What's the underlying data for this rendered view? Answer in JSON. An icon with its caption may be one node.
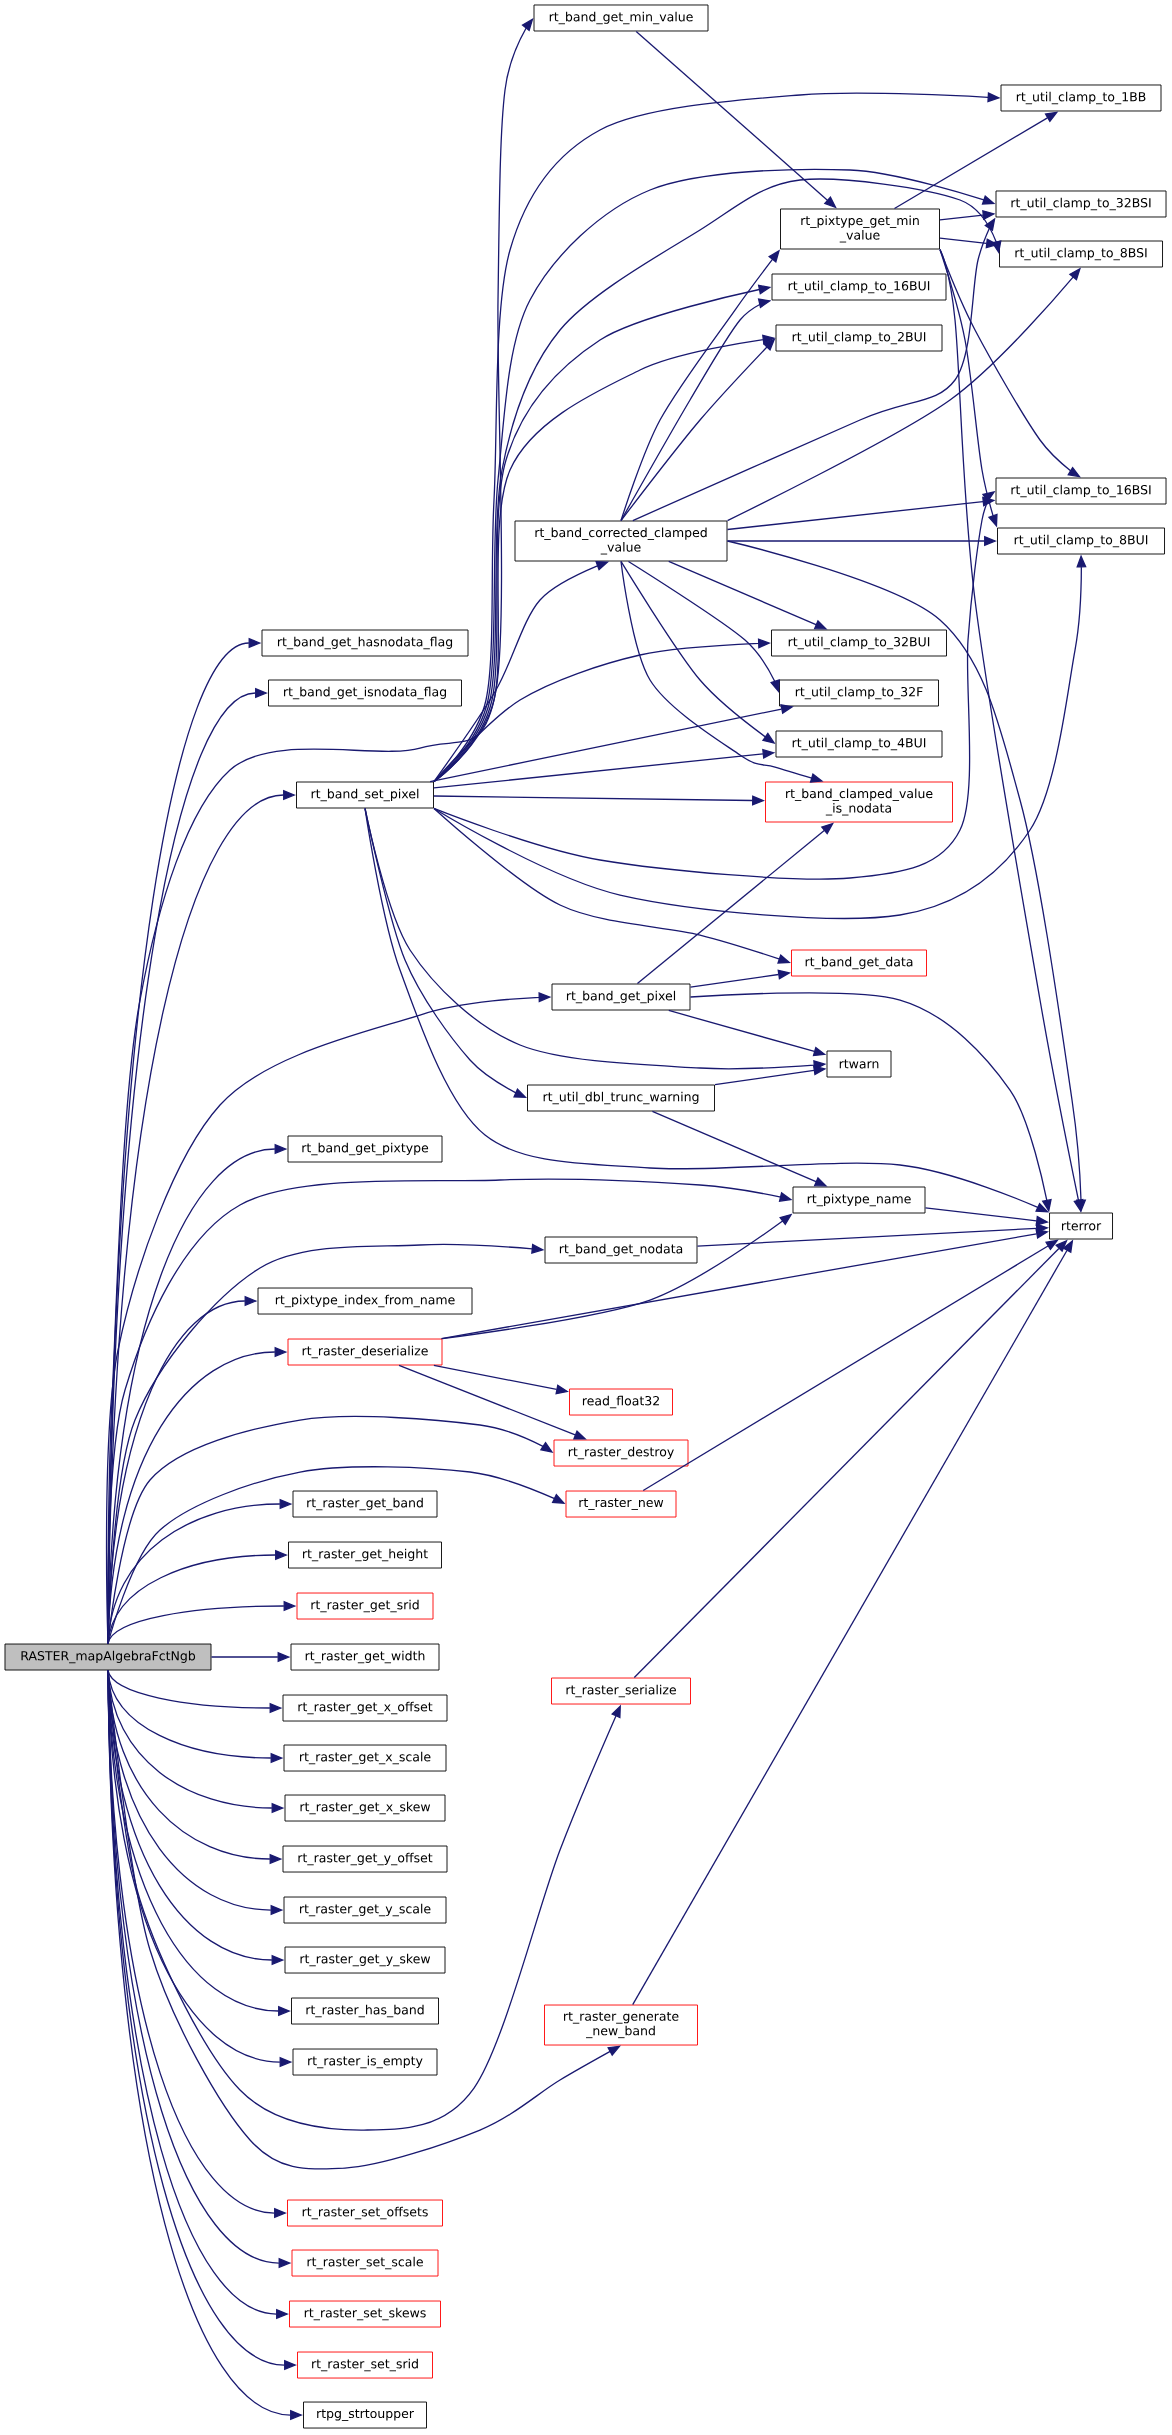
{
  "diagram": {
    "nodes": [
      {
        "text": [
          "rt_band_get_min_value"
        ]
      },
      {
        "text": [
          "rt_util_clamp_to_1BB"
        ]
      },
      {
        "text": [
          "rt_util_clamp_to_32BSI"
        ]
      },
      {
        "text": [
          "rt_pixtype_get_min _value"
        ]
      },
      {
        "text": [
          "rt_util_clamp_to_8BSI"
        ]
      },
      {
        "text": [
          "rt_util_clamp_to_16BUI"
        ]
      },
      {
        "text": [
          "rt_util_clamp_to_2BUI"
        ]
      },
      {
        "text": [
          "rt_util_clamp_to_16BSI"
        ]
      },
      {
        "text": [
          "rt_band_corrected_clamped _value"
        ]
      },
      {
        "text": [
          "rt_util_clamp_to_8BUI"
        ]
      },
      {
        "text": [
          "rt_band_get_hasnodata_flag"
        ]
      },
      {
        "text": [
          "rt_util_clamp_to_32BUI"
        ]
      },
      {
        "text": [
          "rt_band_get_isnodata_flag"
        ]
      },
      {
        "text": [
          "rt_util_clamp_to_32F"
        ]
      },
      {
        "text": [
          "rt_util_clamp_to_4BUI"
        ]
      },
      {
        "text": [
          "rt_band_set_pixel"
        ]
      },
      {
        "text": [
          "rt_band_clamped_value _is_nodata"
        ]
      },
      {
        "text": [
          "rt_band_get_data"
        ]
      },
      {
        "text": [
          "rt_band_get_pixel"
        ]
      },
      {
        "text": [
          "rtwarn"
        ]
      },
      {
        "text": [
          "rt_util_dbl_trunc_warning"
        ]
      },
      {
        "text": [
          "rt_band_get_pixtype"
        ]
      },
      {
        "text": [
          "rt_pixtype_name"
        ]
      },
      {
        "text": [
          "rterror"
        ]
      },
      {
        "text": [
          "rt_band_get_nodata"
        ]
      },
      {
        "text": [
          "rt_pixtype_index_from_name"
        ]
      },
      {
        "text": [
          "rt_raster_deserialize"
        ]
      },
      {
        "text": [
          "read_float32"
        ]
      },
      {
        "text": [
          "rt_raster_destroy"
        ]
      },
      {
        "text": [
          "rt_raster_new"
        ]
      },
      {
        "text": [
          "rt_raster_get_band"
        ]
      },
      {
        "text": [
          "rt_raster_get_height"
        ]
      },
      {
        "text": [
          "rt_raster_get_srid"
        ]
      },
      {
        "text": [
          "RASTER_mapAlgebraFctNgb"
        ]
      },
      {
        "text": [
          "rt_raster_get_width"
        ]
      },
      {
        "text": [
          "rt_raster_serialize"
        ]
      },
      {
        "text": [
          "rt_raster_get_x_offset"
        ]
      },
      {
        "text": [
          "rt_raster_get_x_scale"
        ]
      },
      {
        "text": [
          "rt_raster_get_x_skew"
        ]
      },
      {
        "text": [
          "rt_raster_get_y_offset"
        ]
      },
      {
        "text": [
          "rt_raster_get_y_scale"
        ]
      },
      {
        "text": [
          "rt_raster_get_y_skew"
        ]
      },
      {
        "text": [
          "rt_raster_has_band"
        ]
      },
      {
        "text": [
          "rt_raster_generate _new_band"
        ]
      },
      {
        "text": [
          "rt_raster_is_empty"
        ]
      },
      {
        "text": [
          "rt_raster_set_offsets"
        ]
      },
      {
        "text": [
          "rt_raster_set_scale"
        ]
      },
      {
        "text": [
          "rt_raster_set_skews"
        ]
      },
      {
        "text": [
          "rt_raster_set_srid"
        ]
      },
      {
        "text": [
          "rtpg_strtoupper"
        ]
      }
    ],
    "edges": [
      {
        "from": 33,
        "to": 0,
        "arrow": "to"
      },
      {
        "from": 33,
        "to": 10,
        "arrow": "to"
      },
      {
        "from": 33,
        "to": 12,
        "arrow": "to"
      },
      {
        "from": 33,
        "to": 15,
        "arrow": "to"
      },
      {
        "from": 33,
        "to": 18,
        "arrow": "to"
      },
      {
        "from": 33,
        "to": 21,
        "arrow": "to"
      },
      {
        "from": 33,
        "to": 22,
        "arrow": "to"
      },
      {
        "from": 33,
        "to": 24,
        "arrow": "to"
      },
      {
        "from": 33,
        "to": 25,
        "arrow": "to"
      },
      {
        "from": 33,
        "to": 26,
        "arrow": "to"
      },
      {
        "from": 33,
        "to": 28,
        "arrow": "to"
      },
      {
        "from": 33,
        "to": 29,
        "arrow": "to"
      },
      {
        "from": 33,
        "to": 30,
        "arrow": "to"
      },
      {
        "from": 33,
        "to": 31,
        "arrow": "to"
      },
      {
        "from": 33,
        "to": 32,
        "arrow": "to"
      },
      {
        "from": 33,
        "to": 34,
        "arrow": "to"
      },
      {
        "from": 33,
        "to": 35,
        "arrow": "to"
      },
      {
        "from": 33,
        "to": 36,
        "arrow": "to"
      },
      {
        "from": 33,
        "to": 37,
        "arrow": "to"
      },
      {
        "from": 33,
        "to": 38,
        "arrow": "to"
      },
      {
        "from": 33,
        "to": 39,
        "arrow": "to"
      },
      {
        "from": 33,
        "to": 40,
        "arrow": "to"
      },
      {
        "from": 33,
        "to": 41,
        "arrow": "to"
      },
      {
        "from": 33,
        "to": 42,
        "arrow": "to"
      },
      {
        "from": 33,
        "to": 43,
        "arrow": "to"
      },
      {
        "from": 33,
        "to": 44,
        "arrow": "to"
      },
      {
        "from": 33,
        "to": 45,
        "arrow": "to"
      },
      {
        "from": 33,
        "to": 46,
        "arrow": "to"
      },
      {
        "from": 33,
        "to": 47,
        "arrow": "to"
      },
      {
        "from": 33,
        "to": 48,
        "arrow": "to"
      },
      {
        "from": 33,
        "to": 49,
        "arrow": "to"
      },
      {
        "from": 0,
        "to": 3,
        "arrow": "to"
      },
      {
        "from": 15,
        "to": 1,
        "arrow": "to"
      },
      {
        "from": 15,
        "to": 2,
        "arrow": "to"
      },
      {
        "from": 15,
        "to": 4,
        "arrow": "to"
      },
      {
        "from": 15,
        "to": 5,
        "arrow": "to"
      },
      {
        "from": 15,
        "to": 6,
        "arrow": "to"
      },
      {
        "from": 15,
        "to": 8,
        "arrow": "to"
      },
      {
        "from": 15,
        "to": 11,
        "arrow": "to"
      },
      {
        "from": 15,
        "to": 13,
        "arrow": "to"
      },
      {
        "from": 15,
        "to": 14,
        "arrow": "to"
      },
      {
        "from": 15,
        "to": 16,
        "arrow": "to"
      },
      {
        "from": 15,
        "to": 7,
        "arrow": "to"
      },
      {
        "from": 15,
        "to": 9,
        "arrow": "to"
      },
      {
        "from": 15,
        "to": 17,
        "arrow": "to"
      },
      {
        "from": 15,
        "to": 19,
        "arrow": "to"
      },
      {
        "from": 15,
        "to": 20,
        "arrow": "to"
      },
      {
        "from": 15,
        "to": 23,
        "arrow": "to"
      },
      {
        "from": 8,
        "to": 3,
        "arrow": "to"
      },
      {
        "from": 8,
        "to": 5,
        "arrow": "to"
      },
      {
        "from": 8,
        "to": 6,
        "arrow": "to"
      },
      {
        "from": 8,
        "to": 2,
        "arrow": "to"
      },
      {
        "from": 8,
        "to": 4,
        "arrow": "to"
      },
      {
        "from": 8,
        "to": 7,
        "arrow": "to"
      },
      {
        "from": 8,
        "to": 9,
        "arrow": "to"
      },
      {
        "from": 8,
        "to": 11,
        "arrow": "to"
      },
      {
        "from": 8,
        "to": 13,
        "arrow": "to"
      },
      {
        "from": 8,
        "to": 14,
        "arrow": "to"
      },
      {
        "from": 8,
        "to": 16,
        "arrow": "to"
      },
      {
        "from": 8,
        "to": 23,
        "arrow": "to"
      },
      {
        "from": 3,
        "to": 1,
        "arrow": "to"
      },
      {
        "from": 3,
        "to": 2,
        "arrow": "to"
      },
      {
        "from": 3,
        "to": 4,
        "arrow": "to"
      },
      {
        "from": 3,
        "to": 7,
        "arrow": "to"
      },
      {
        "from": 3,
        "to": 9,
        "arrow": "to"
      },
      {
        "from": 3,
        "to": 23,
        "arrow": "to"
      },
      {
        "from": 18,
        "to": 16,
        "arrow": "to"
      },
      {
        "from": 18,
        "to": 17,
        "arrow": "to"
      },
      {
        "from": 18,
        "to": 19,
        "arrow": "to"
      },
      {
        "from": 18,
        "to": 23,
        "arrow": "to"
      },
      {
        "from": 20,
        "to": 19,
        "arrow": "to"
      },
      {
        "from": 20,
        "to": 22,
        "arrow": "to"
      },
      {
        "from": 22,
        "to": 23,
        "arrow": "to"
      },
      {
        "from": 24,
        "to": 23,
        "arrow": "to"
      },
      {
        "from": 26,
        "to": 22,
        "arrow": "to"
      },
      {
        "from": 26,
        "to": 23,
        "arrow": "to"
      },
      {
        "from": 26,
        "to": 27,
        "arrow": "to"
      },
      {
        "from": 26,
        "to": 28,
        "arrow": "to"
      },
      {
        "from": 29,
        "to": 23,
        "arrow": "to"
      },
      {
        "from": 35,
        "to": 23,
        "arrow": "to"
      },
      {
        "from": 43,
        "to": 23,
        "arrow": "to"
      }
    ]
  }
}
